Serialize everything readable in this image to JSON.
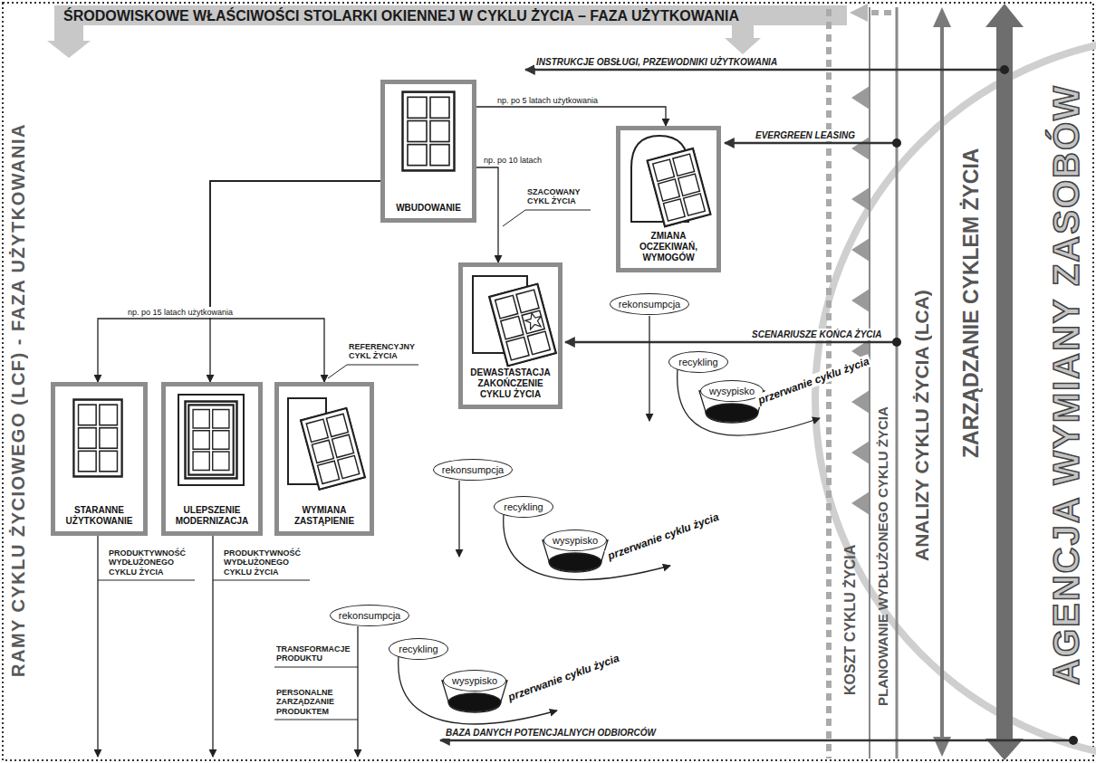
{
  "diagram": {
    "title": "ŚRODOWISKOWE WŁAŚCIWOŚCI STOLARKI OKIENNEJ W CYKLU ŻYCIA – FAZA UŻYTKOWANIA",
    "nodes": [
      {
        "text": [
          "WBUDOWANIE"
        ]
      },
      {
        "text": [
          "ZMIANA OCZEKIWAŃ, WYMOGÓW"
        ]
      },
      {
        "text": [
          "DEWASTASTACJA ZAKOŃCZENIE CYKLU ŻYCIA"
        ]
      },
      {
        "text": [
          "rekonsumpcja"
        ]
      },
      {
        "text": [
          "recykling"
        ]
      },
      {
        "text": [
          "wysypisko"
        ]
      },
      {
        "text": [
          "rekonsumpcja"
        ]
      },
      {
        "text": [
          "recykling"
        ]
      },
      {
        "text": [
          "wysypisko"
        ]
      },
      {
        "text": [
          "STARANNE UŻYTKOWANIE"
        ]
      },
      {
        "text": [
          "ULEPSZENIE MODERNIZACJA"
        ]
      },
      {
        "text": [
          "WYMIANA ZASTĄPIENIE"
        ]
      },
      {
        "text": [
          "rekonsumpcja"
        ]
      },
      {
        "text": [
          "recykling"
        ]
      },
      {
        "text": [
          "wysypisko"
        ]
      }
    ],
    "edges": [
      {
        "from": 0,
        "to": 1,
        "arrow": "to",
        "label": "np. po 5 latach użytkowania"
      },
      {
        "from": 0,
        "to": 2,
        "arrow": "to",
        "label": "np. po 10 latach"
      },
      {
        "from": 0,
        "to": 10,
        "arrow": "to"
      },
      {
        "from": 0,
        "to": 9,
        "arrow": "to",
        "label": "np. po 15 latach użytkowania"
      },
      {
        "from": 0,
        "to": 11,
        "arrow": "to"
      }
    ],
    "labels": [
      "RAMY CYKLU ŻYCIOWEGO (LCF) - FAZA UŻYTKOWANIA",
      "INSTRUKCJE OBSŁUGI, PRZEWODNIKI UŻYTKOWANIA",
      "EVERGREEN LEASING",
      "SZACOWANY CYKL ŻYCIA",
      "SCENARIUSZE KOŃCA ŻYCIA",
      "przerwanie cyklu życia",
      "REFERENCYJNY CYKL ŻYCIA",
      "przerwanie cyklu życia",
      "PRODUKTYWNOŚĆ WYDŁUŻONEGO CYKLU ŻYCIA",
      "PRODUKTYWNOŚĆ WYDŁUŻONEGO CYKLU ŻYCIA",
      "TRANSFORMACJE PRODUKTU",
      "PERSONALNE ZARZĄDZANIE PRODUKTEM",
      "przerwanie cyklu życia",
      "BAZA DANYCH POTENCJALNYCH ODBIORCÓW",
      "KOSZT CYKLU ŻYCIA",
      "PLANOWANIE WYDŁUŻONEGO CYKLU ŻYCIA",
      "ANALIZY CYKLU ŻYCIA (LCA)",
      "ZARZĄDZANIE CYKLEM ŻYCIA",
      "AGENCJA WYMIANY ZASOBÓW"
    ]
  }
}
